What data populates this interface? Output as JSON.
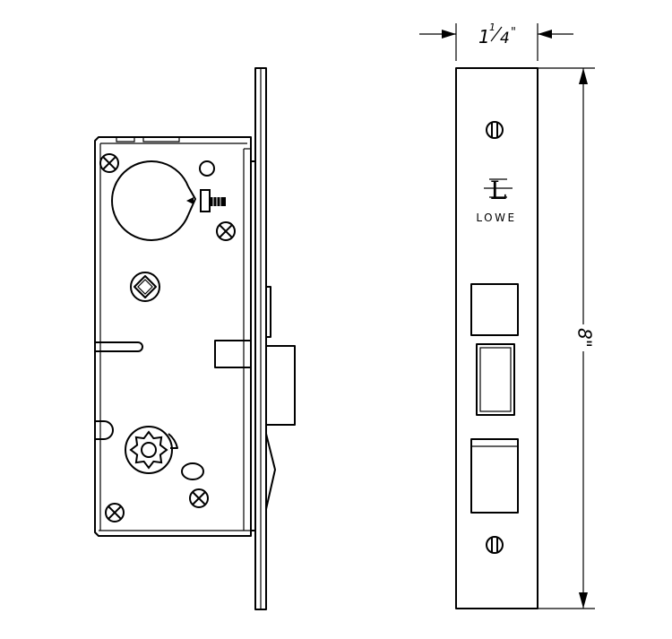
{
  "dimensions": {
    "width": {
      "whole": "1",
      "numerator": "1",
      "denominator": "4",
      "unit": "\""
    },
    "height": {
      "text": "8\""
    }
  },
  "brand": {
    "monogram": "L",
    "name": "LOWE"
  },
  "colors": {
    "line": "#000000",
    "background": "#ffffff"
  }
}
